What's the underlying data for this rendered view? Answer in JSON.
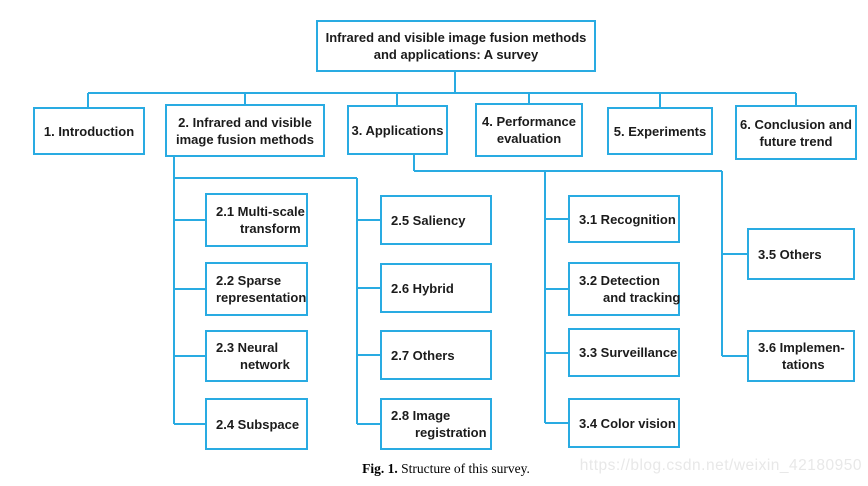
{
  "colors": {
    "line": "#29abe2",
    "text": "#1b1b1b",
    "watermark_text": "#e8e8e8",
    "background": "#ffffff"
  },
  "boxes": {
    "root": {
      "lines": [
        "Infrared and visible image fusion methods",
        "and applications: A survey"
      ]
    },
    "s1": {
      "lines": [
        "1. Introduction"
      ]
    },
    "s2": {
      "lines": [
        "2. Infrared and visible",
        "image fusion methods"
      ]
    },
    "s3": {
      "lines": [
        "3. Applications"
      ]
    },
    "s4": {
      "lines": [
        "4. Performance",
        "evaluation"
      ]
    },
    "s5": {
      "lines": [
        "5. Experiments"
      ]
    },
    "s6": {
      "lines": [
        "6. Conclusion and",
        "future trend"
      ]
    },
    "m21": {
      "lines": [
        "2.1 Multi-scale",
        "transform"
      ]
    },
    "m22": {
      "lines": [
        "2.2 Sparse",
        "representation"
      ]
    },
    "m23": {
      "lines": [
        "2.3 Neural",
        "network"
      ]
    },
    "m24": {
      "lines": [
        "2.4 Subspace"
      ]
    },
    "m25": {
      "lines": [
        "2.5 Saliency"
      ]
    },
    "m26": {
      "lines": [
        "2.6 Hybrid"
      ]
    },
    "m27": {
      "lines": [
        "2.7 Others"
      ]
    },
    "m28": {
      "lines": [
        "2.8 Image",
        "registration"
      ]
    },
    "m31": {
      "lines": [
        "3.1 Recognition"
      ]
    },
    "m32": {
      "lines": [
        "3.2 Detection",
        "and tracking"
      ]
    },
    "m33": {
      "lines": [
        "3.3 Surveillance"
      ]
    },
    "m34": {
      "lines": [
        "3.4 Color vision"
      ]
    },
    "m35": {
      "lines": [
        "3.5 Others"
      ]
    },
    "m36": {
      "lines": [
        "3.6 Implemen-",
        "tations"
      ]
    }
  },
  "caption": {
    "label": "Fig. 1.",
    "text": "Structure of this survey."
  },
  "watermark": {
    "text": "https://blog.csdn.net/weixin_42180950"
  }
}
